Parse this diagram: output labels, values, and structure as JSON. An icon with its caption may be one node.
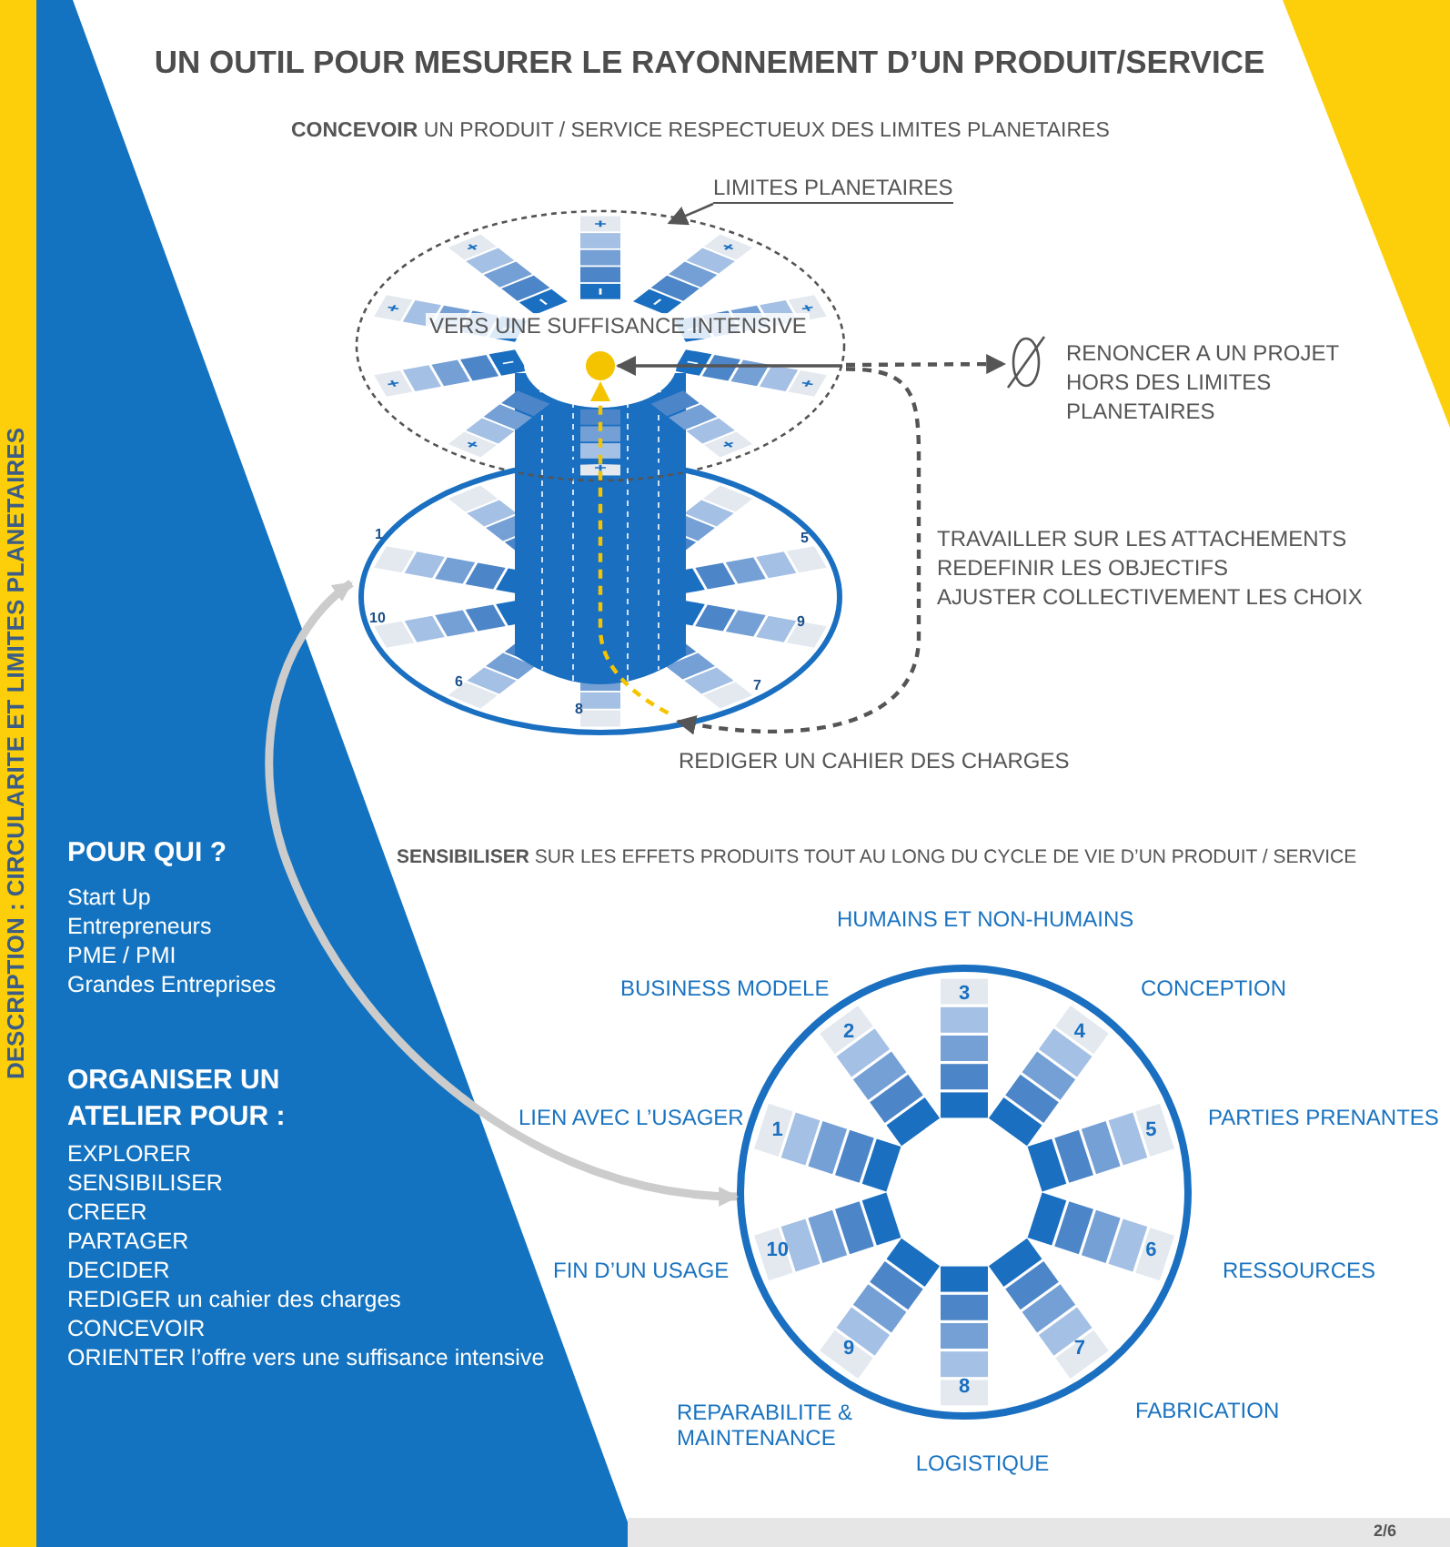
{
  "diagram": {
    "title": "UN OUTIL POUR MESURER LE RAYONNEMENT D’UN PRODUIT/SERVICE",
    "nodes": [
      {
        "text": [
          "LIMITES PLANETAIRES"
        ]
      },
      {
        "text": [],
        "shape": "ellipse"
      },
      {
        "text": [],
        "shape": "circle",
        "in": 1,
        "beside": [
          "VERS UNE SUFFISANCE INTENSIVE"
        ]
      },
      {
        "text": [
          "RENONCER A UN PROJET HORS DES LIMITES PLANETAIRES"
        ]
      },
      {
        "text": [],
        "shape": "ellipse"
      },
      {
        "text": [],
        "shape": "circle"
      }
    ],
    "edges": [
      {
        "from": 0,
        "to": 1,
        "arrow": "to"
      },
      {
        "from": null,
        "to": 2,
        "arrow": "to"
      },
      {
        "from": 1,
        "to": 3,
        "arrow": "to",
        "style": "dashed"
      },
      {
        "from": 1,
        "to": 4,
        "arrow": "to",
        "style": "dashed",
        "label": "REDIGER UN CAHIER DES CHARGES"
      },
      {
        "from": 4,
        "to": 2,
        "arrow": "to",
        "style": "dashed",
        "color": "#f5c400"
      },
      {
        "from": 4,
        "to": 5,
        "arrow": "both",
        "style": "thick",
        "color": "#cccccc"
      }
    ],
    "labels": [
      "DESCRIPTION : CIRCULARITE ET LIMITES PLANETAIRES",
      "**CONCEVOIR** UN PRODUIT / SERVICE RESPECTUEUX DES LIMITES PLANETAIRES",
      "1",
      "5",
      "10",
      "9",
      "6",
      "7",
      "8",
      "TRAVAILLER SUR LES ATTACHEMENTS",
      "REDEFINIR LES OBJECTIFS",
      "AJUSTER COLLECTIVEMENT LES CHOIX",
      "POUR QUI ?",
      "**SENSIBILISER** SUR LES EFFETS PRODUITS TOUT AU LONG DU CYCLE DE VIE D’UN PRODUIT / SERVICE",
      "Start Up",
      "Entrepreneurs",
      "PME / PMI",
      "Grandes Entreprises",
      "ORGANISER UN ATELIER POUR :",
      "EXPLORER",
      "SENSIBILISER",
      "CREER",
      "PARTAGER",
      "DECIDER",
      "REDIGER un cahier des charges",
      "CONCEVOIR",
      "ORIENTER l’offre vers une suffisance intensive",
      "HUMAINS ET NON-HUMAINS",
      "CONCEPTION",
      "PARTIES PRENANTES",
      "RESSOURCES",
      "FABRICATION",
      "LOGISTIQUE",
      "REPARABILITE & MAINTENANCE",
      "FIN D’UN USAGE",
      "LIEN AVEC L’USAGER",
      "BUSINESS MODELE",
      "1",
      "2",
      "3",
      "4",
      "5",
      "6",
      "7",
      "8",
      "9",
      "10",
      "2/6"
    ]
  }
}
